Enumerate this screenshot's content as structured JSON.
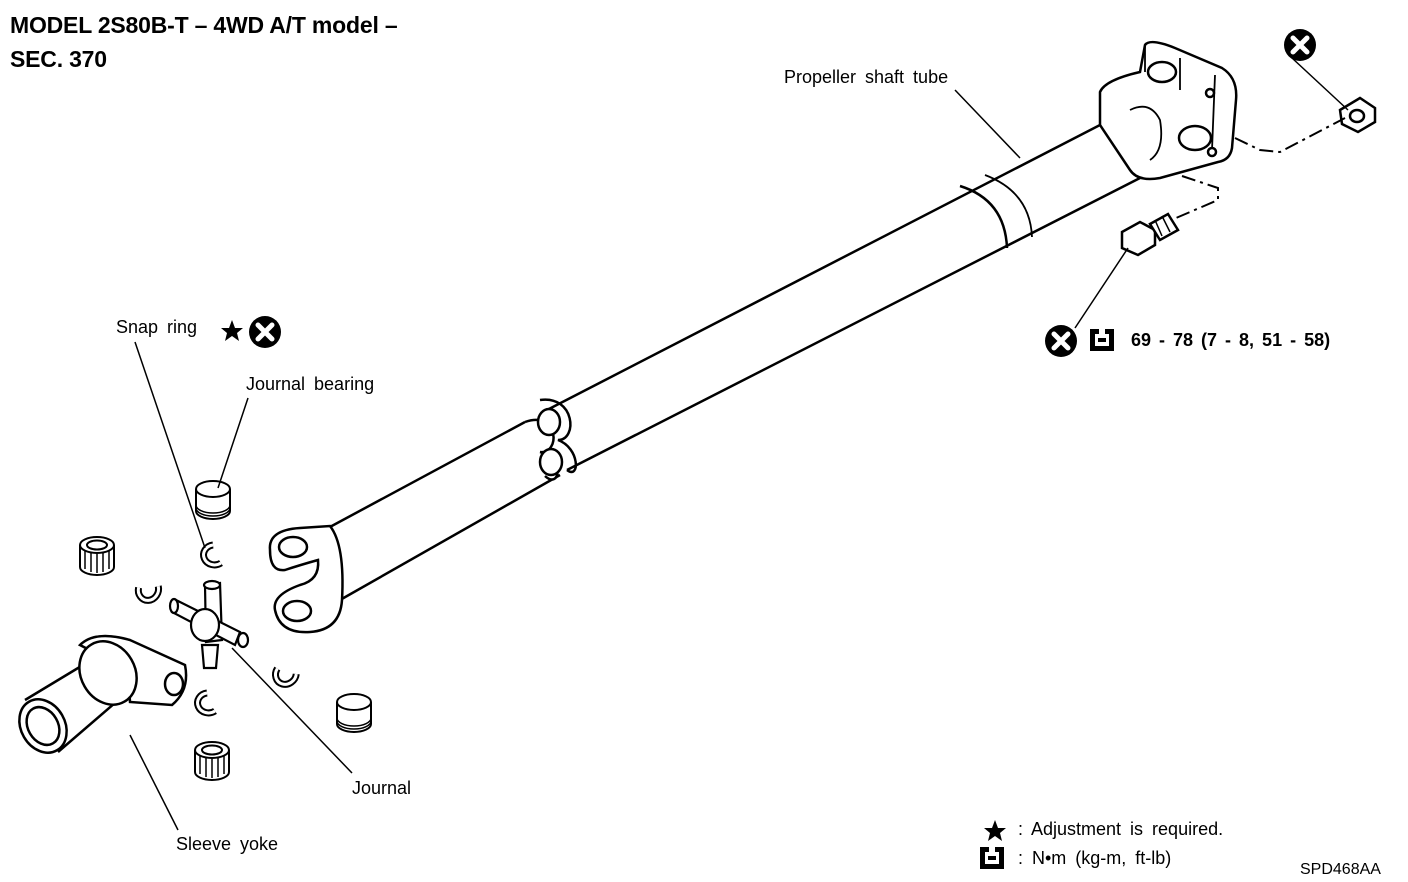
{
  "header": {
    "title_line1": "MODEL 2S80B-T – 4WD A/T model –",
    "title_line2": "SEC. 370"
  },
  "labels": {
    "propeller_shaft_tube": "Propeller shaft tube",
    "snap_ring": "Snap ring",
    "journal_bearing": "Journal bearing",
    "journal": "Journal",
    "sleeve_yoke": "Sleeve yoke"
  },
  "torque_spec": "69 - 78 (7 - 8, 51 - 58)",
  "legend": {
    "adjustment": ": Adjustment is required.",
    "torque_units": ": N•m (kg-m, ft-lb)"
  },
  "figure_code": "SPD468AA",
  "icons": {
    "do_not_reuse": "x-circle-icon",
    "adjustment_required": "star-icon",
    "torque": "torque-wrench-icon"
  }
}
